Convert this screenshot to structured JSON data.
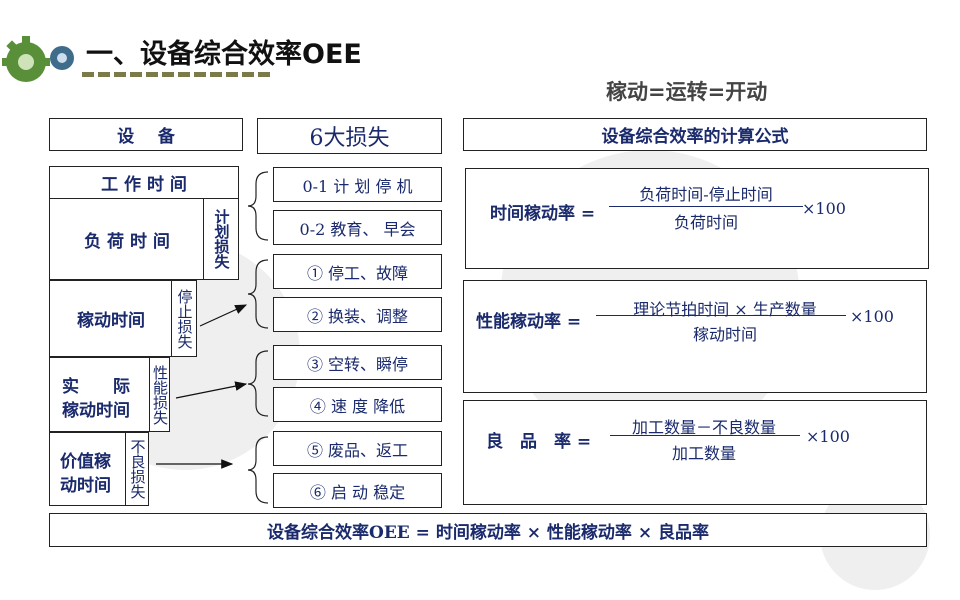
{
  "header": {
    "title": "一、设备综合效率OEE",
    "subtitle": "稼动=运转=开动"
  },
  "colors": {
    "text": "#1a2a6c",
    "border": "#222222",
    "gear_green": "#5a8f3a",
    "watermark": "#efefef"
  },
  "columns": {
    "equipment": "设    备",
    "six_losses": "6大损失",
    "formula": "设备综合效率的计算公式"
  },
  "time_levels": {
    "working_time": "工 作 时 间",
    "load_time": "负 荷 时 间",
    "operating_time": "稼动时间",
    "net_operating_label_1": "实　　际",
    "net_operating_label_2": "稼动时间",
    "value_time_label_1": "价值稼",
    "value_time_label_2": "动时间"
  },
  "loss_categories": {
    "planned": "计划损失",
    "stop": "停止损失",
    "performance": "性能损失",
    "defect": "不良损失"
  },
  "losses": [
    "0-1 计 划 停 机",
    "0-2 教育、 早会",
    "① 停工、故障",
    "② 换装、调整",
    "③ 空转、瞬停",
    "④ 速 度 降低",
    "⑤ 废品、返工",
    "⑥ 启 动 稳定"
  ],
  "formulas": {
    "time_rate": {
      "label": "时间稼动率 =",
      "numerator": "负荷时间-停止时间",
      "denominator": "负荷时间",
      "multiplier": "×100"
    },
    "performance_rate": {
      "label": "性能稼动率 =",
      "numerator": "理论节拍时间 × 生产数量",
      "denominator": "稼动时间",
      "multiplier": "×100"
    },
    "quality_rate": {
      "label": "良　品　率 =",
      "numerator": "加工数量－不良数量",
      "denominator": "加工数量",
      "multiplier": "×100"
    }
  },
  "oee_formula": "设备综合效率OEE = 时间稼动率 × 性能稼动率 × 良品率",
  "icons": [
    "gear-logo-icon"
  ]
}
